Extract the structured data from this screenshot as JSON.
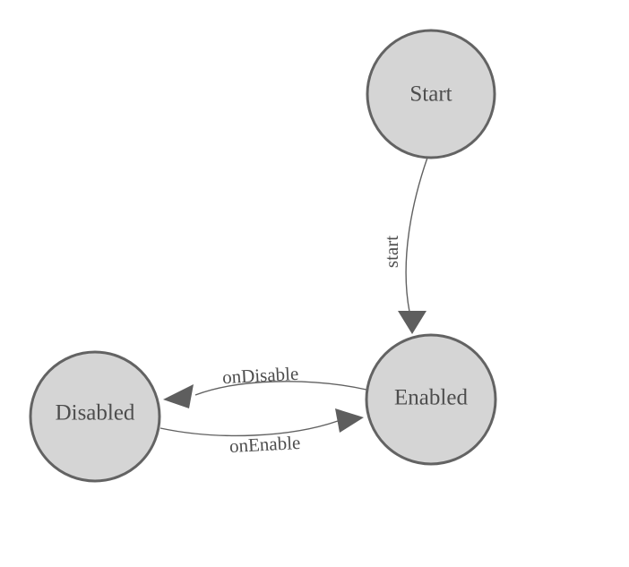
{
  "diagram": {
    "type": "state-machine",
    "colors": {
      "background": "#ffffff",
      "node_fill": "#d5d5d5",
      "node_stroke": "#636363",
      "edge_stroke": "#616161",
      "arrowhead_fill": "#5e5e5e",
      "label_text": "#4d4d4d"
    },
    "nodes": [
      {
        "id": "start",
        "label": "Start"
      },
      {
        "id": "enabled",
        "label": "Enabled"
      },
      {
        "id": "disabled",
        "label": "Disabled"
      }
    ],
    "edges": [
      {
        "from": "Start",
        "to": "Enabled",
        "label": "start"
      },
      {
        "from": "Enabled",
        "to": "Disabled",
        "label": "onDisable"
      },
      {
        "from": "Disabled",
        "to": "Enabled",
        "label": "onEnable"
      }
    ]
  }
}
